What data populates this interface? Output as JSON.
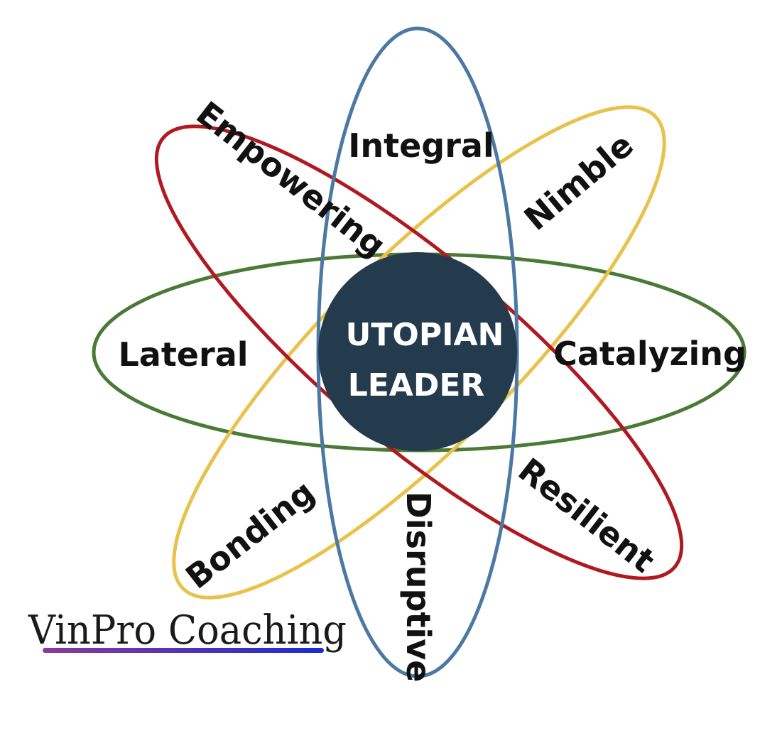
{
  "center": {
    "line1": "UTOPIAN",
    "line2": "LEADER"
  },
  "labels": {
    "empowering": "Empowering",
    "integral": "Integral",
    "nimble": "Nimble",
    "lateral": "Lateral",
    "catalyzing": "Catalyzing",
    "bonding": "Bonding",
    "disruptive": "Disruptive",
    "resilient": "Resilient"
  },
  "brand": {
    "name": "VinPro Coaching"
  },
  "colors": {
    "green_orbit": "#4a7a35",
    "blue_orbit": "#4b79a3",
    "yellow_orbit": "#e8c24a",
    "red_orbit": "#b0191f",
    "center_fill": "#243b4e",
    "brand_underline_start": "#8b3a9a",
    "brand_underline_end": "#1a2bd6"
  }
}
